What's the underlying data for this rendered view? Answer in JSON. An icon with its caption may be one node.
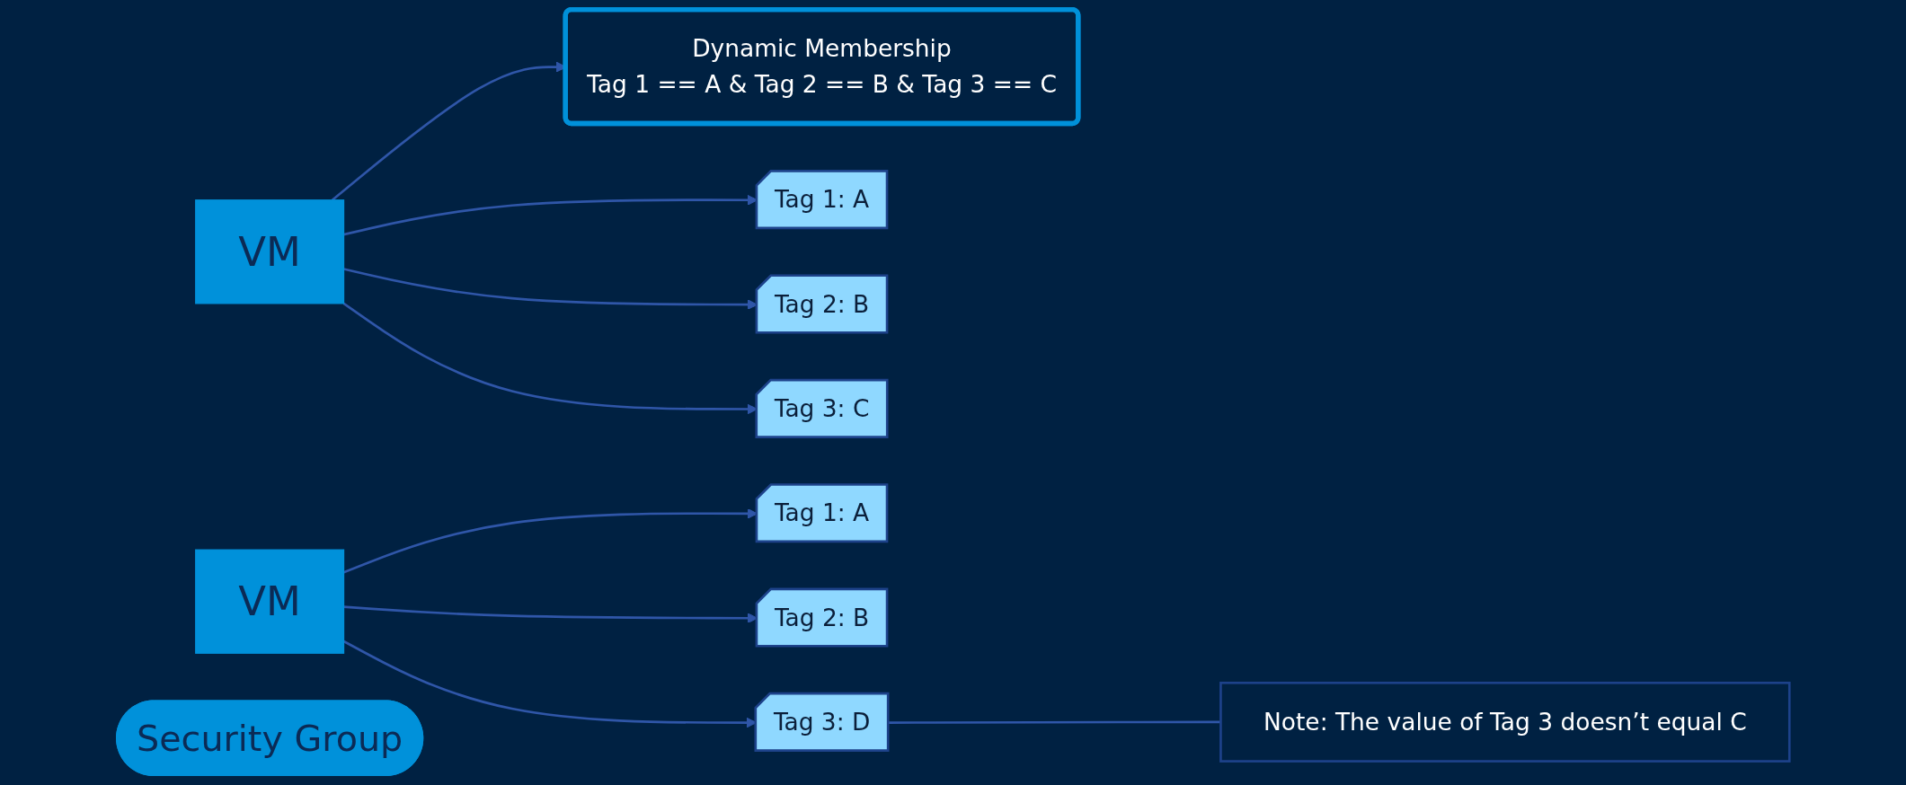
{
  "diagram": {
    "nodes": [
      {
        "text": [
          "Security Group"
        ]
      },
      {
        "text": [
          "Dynamic Membership",
          "Tag 1 == A  &  Tag 2 == B  & Tag 3 == C"
        ]
      },
      {
        "text": [
          "VM"
        ]
      },
      {
        "text": [
          "Tag 1: A"
        ]
      },
      {
        "text": [
          "Tag 2: B"
        ]
      },
      {
        "text": [
          "Tag 3: C"
        ]
      },
      {
        "text": [
          "VM"
        ]
      },
      {
        "text": [
          "Tag 1: A"
        ]
      },
      {
        "text": [
          "Tag 2: B"
        ]
      },
      {
        "text": [
          "Tag 3: D"
        ]
      },
      {
        "text": [
          "Note: The value of Tag 3 doesn’t equal C"
        ]
      }
    ],
    "edges": [
      {
        "from": 2,
        "to": 1,
        "arrow": "to"
      },
      {
        "from": 2,
        "to": 3,
        "arrow": "to"
      },
      {
        "from": 2,
        "to": 4,
        "arrow": "to"
      },
      {
        "from": 2,
        "to": 5,
        "arrow": "to"
      },
      {
        "from": 6,
        "to": 7,
        "arrow": "to"
      },
      {
        "from": 6,
        "to": 8,
        "arrow": "to"
      },
      {
        "from": 6,
        "to": 9,
        "arrow": "to"
      },
      {
        "from": 9,
        "to": 10,
        "arrow": "none"
      }
    ]
  }
}
